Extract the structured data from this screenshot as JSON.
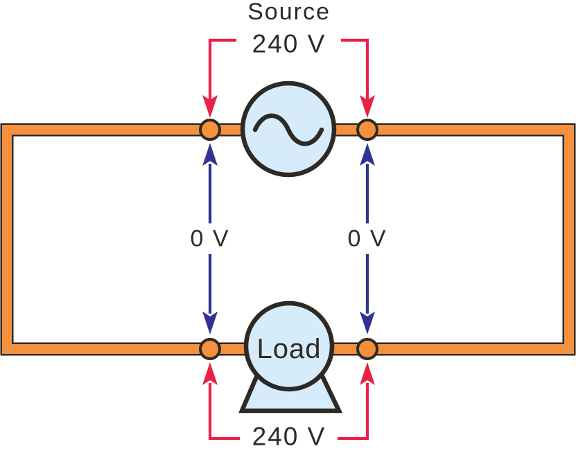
{
  "labels": {
    "source_title": "Source",
    "source_voltage": "240 V",
    "load": "Load",
    "load_voltage": "240 V",
    "left_zero": "0 V",
    "right_zero": "0 V"
  },
  "colors": {
    "wire_orange": "#F5913C",
    "outline_dark": "#2D2A26",
    "measure_red": "#EB2045",
    "measure_blue": "#2F3492",
    "component_fill": "#D6ECFA",
    "background": "#FFFFFF"
  }
}
